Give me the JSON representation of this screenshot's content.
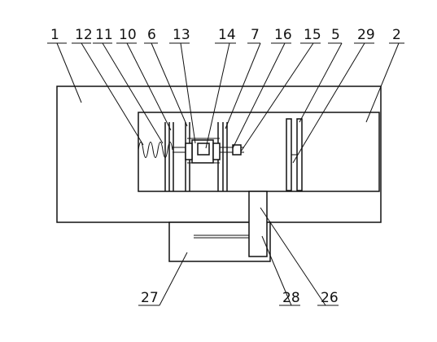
{
  "figure": {
    "labels": {
      "l1": "1",
      "l12": "12",
      "l11": "11",
      "l10": "10",
      "l6": "6",
      "l13": "13",
      "l14": "14",
      "l7": "7",
      "l16": "16",
      "l15": "15",
      "l5": "5",
      "l29": "29",
      "l2": "2",
      "l27": "27",
      "l28": "28",
      "l26": "26"
    }
  }
}
